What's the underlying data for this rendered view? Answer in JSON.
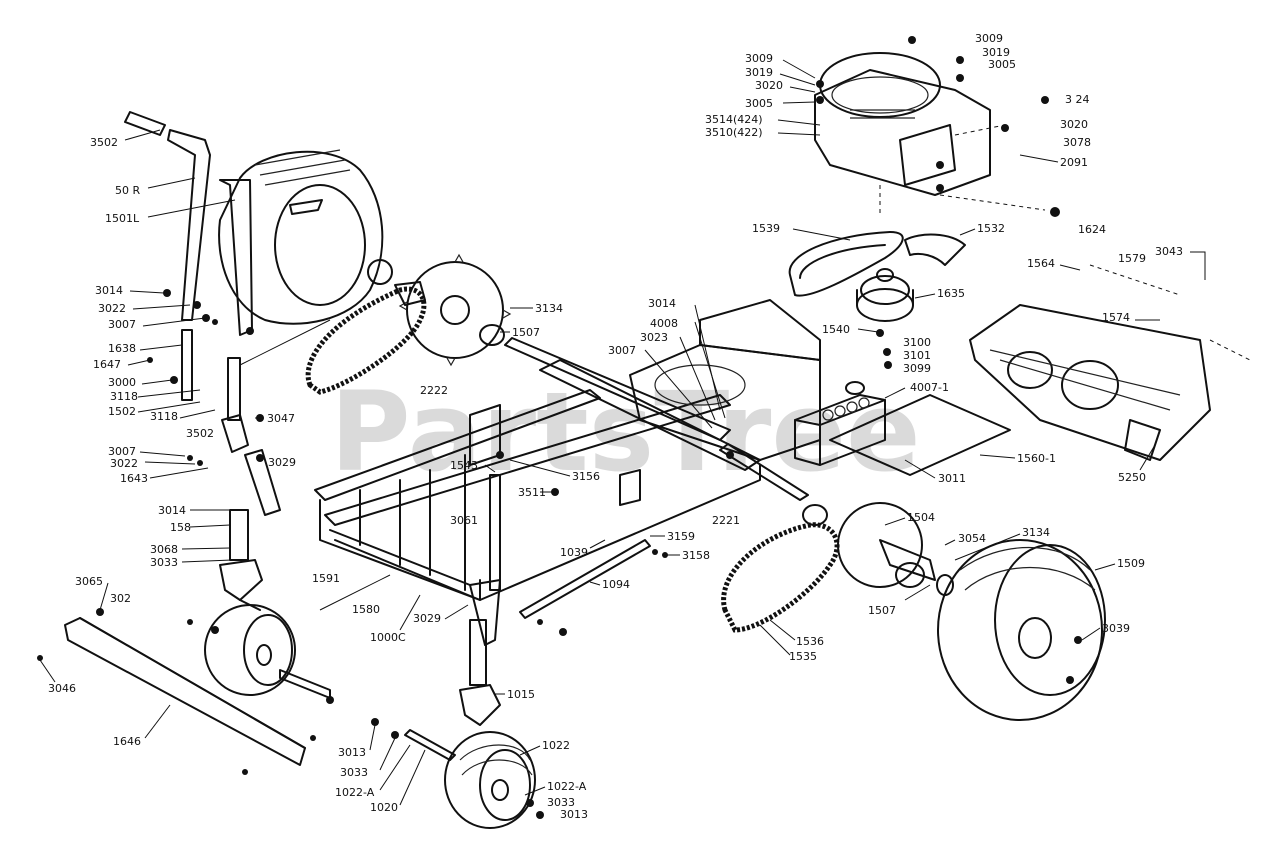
{
  "watermark": "PartsTree",
  "callouts": [
    {
      "id": "3502",
      "text": "3502"
    },
    {
      "id": "50r",
      "text": "50 R"
    },
    {
      "id": "1501l",
      "text": "1501L"
    },
    {
      "id": "3014a",
      "text": "3014"
    },
    {
      "id": "3022a",
      "text": "3022"
    },
    {
      "id": "3007a",
      "text": "3007"
    },
    {
      "id": "1638",
      "text": "1638"
    },
    {
      "id": "1647",
      "text": "1647"
    },
    {
      "id": "3000",
      "text": "3000"
    },
    {
      "id": "3118a",
      "text": "3118"
    },
    {
      "id": "1502",
      "text": "1502"
    },
    {
      "id": "3118b",
      "text": "3118"
    },
    {
      "id": "3502b",
      "text": "3502"
    },
    {
      "id": "3047",
      "text": "3047"
    },
    {
      "id": "3007b",
      "text": "3007"
    },
    {
      "id": "3022b",
      "text": "3022"
    },
    {
      "id": "1643",
      "text": "1643"
    },
    {
      "id": "3029a",
      "text": "3029"
    },
    {
      "id": "3014b",
      "text": "3014"
    },
    {
      "id": "158",
      "text": "158"
    },
    {
      "id": "3068",
      "text": "3068"
    },
    {
      "id": "3033a",
      "text": "3033"
    },
    {
      "id": "3065",
      "text": "3065"
    },
    {
      "id": "302",
      "text": "302"
    },
    {
      "id": "1591",
      "text": "1591"
    },
    {
      "id": "1580",
      "text": "1580"
    },
    {
      "id": "10000",
      "text": "1000C"
    },
    {
      "id": "3029b",
      "text": "3029"
    },
    {
      "id": "3046",
      "text": "3046"
    },
    {
      "id": "1646",
      "text": "1646"
    },
    {
      "id": "3013a",
      "text": "3013"
    },
    {
      "id": "3033b",
      "text": "3033"
    },
    {
      "id": "1022a-l",
      "text": "1022-A"
    },
    {
      "id": "1020",
      "text": "1020"
    },
    {
      "id": "1015",
      "text": "1015"
    },
    {
      "id": "1022",
      "text": "1022"
    },
    {
      "id": "1022a-r",
      "text": "1022-A"
    },
    {
      "id": "3033c",
      "text": "3033"
    },
    {
      "id": "3013b",
      "text": "3013"
    },
    {
      "id": "3134a",
      "text": "3134"
    },
    {
      "id": "1507a",
      "text": "1507"
    },
    {
      "id": "2222",
      "text": "2222"
    },
    {
      "id": "1543",
      "text": "1543"
    },
    {
      "id": "3156",
      "text": "3156"
    },
    {
      "id": "3511",
      "text": "3511"
    },
    {
      "id": "3061",
      "text": "3061"
    },
    {
      "id": "1039",
      "text": "1039"
    },
    {
      "id": "3159",
      "text": "3159"
    },
    {
      "id": "3158",
      "text": "3158"
    },
    {
      "id": "1094",
      "text": "1094"
    },
    {
      "id": "2221",
      "text": "2221"
    },
    {
      "id": "3014c",
      "text": "3014"
    },
    {
      "id": "4008",
      "text": "4008"
    },
    {
      "id": "3023",
      "text": "3023"
    },
    {
      "id": "3007c",
      "text": "3007"
    },
    {
      "id": "4007-1",
      "text": "4007-1"
    },
    {
      "id": "1560-1",
      "text": "1560-1"
    },
    {
      "id": "3011",
      "text": "3011"
    },
    {
      "id": "1504",
      "text": "1504"
    },
    {
      "id": "3054",
      "text": "3054"
    },
    {
      "id": "3134b",
      "text": "3134"
    },
    {
      "id": "1509",
      "text": "1509"
    },
    {
      "id": "1507b",
      "text": "1507"
    },
    {
      "id": "1536",
      "text": "1536"
    },
    {
      "id": "1535",
      "text": "1535"
    },
    {
      "id": "3039",
      "text": "3039"
    },
    {
      "id": "1539",
      "text": "1539"
    },
    {
      "id": "1532",
      "text": "1532"
    },
    {
      "id": "1635",
      "text": "1635"
    },
    {
      "id": "1540",
      "text": "1540"
    },
    {
      "id": "3100",
      "text": "3100"
    },
    {
      "id": "3101",
      "text": "3101"
    },
    {
      "id": "3099",
      "text": "3099"
    },
    {
      "id": "3009a",
      "text": "3009"
    },
    {
      "id": "3019a",
      "text": "3019"
    },
    {
      "id": "3020a",
      "text": "3020"
    },
    {
      "id": "3005a",
      "text": "3005"
    },
    {
      "id": "3514",
      "text": "3514(424)"
    },
    {
      "id": "3510",
      "text": "3510(422)"
    },
    {
      "id": "3009b",
      "text": "3009"
    },
    {
      "id": "3019b",
      "text": "3019"
    },
    {
      "id": "3005b",
      "text": "3005"
    },
    {
      "id": "3124",
      "text": "3 24"
    },
    {
      "id": "3020b",
      "text": "3020"
    },
    {
      "id": "3078",
      "text": "3078"
    },
    {
      "id": "2091",
      "text": "2091"
    },
    {
      "id": "1624",
      "text": "1624"
    },
    {
      "id": "1564",
      "text": "1564"
    },
    {
      "id": "1579",
      "text": "1579"
    },
    {
      "id": "3043",
      "text": "3043"
    },
    {
      "id": "1574",
      "text": "1574"
    },
    {
      "id": "5250",
      "text": "5250"
    }
  ]
}
